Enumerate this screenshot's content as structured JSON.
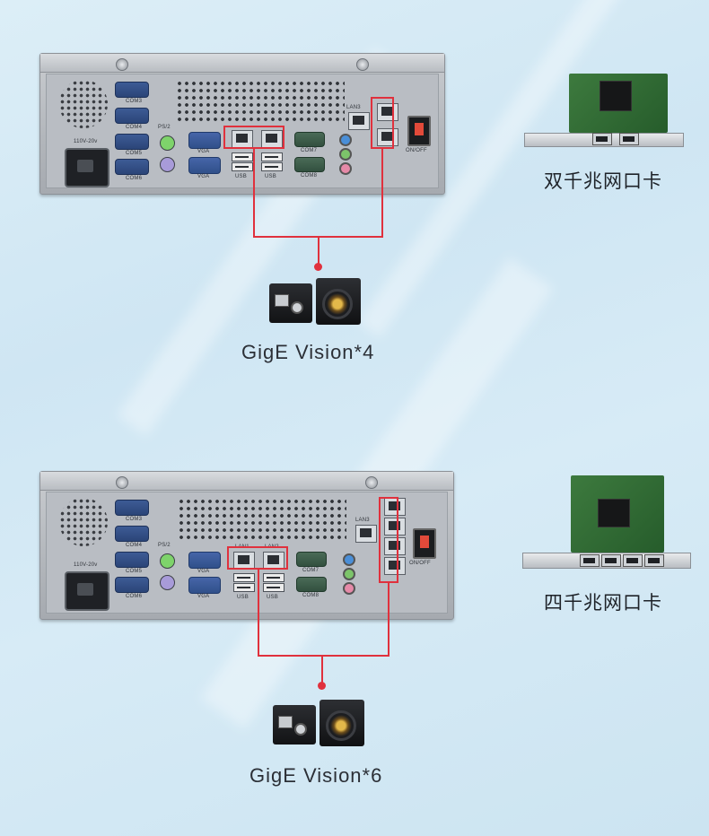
{
  "sections": [
    {
      "camera_label": "GigE Vision*4",
      "card_label": "双千兆网口卡",
      "labels": {
        "com3": "COM3",
        "com4": "COM4",
        "com5": "COM5",
        "com6": "COM6",
        "ps2": "PS/2",
        "vga": "VGA",
        "vga2": "VGA",
        "usb1": "USB",
        "usb2": "USB",
        "com7": "COM7",
        "com8": "COM8",
        "lan3": "LAN3",
        "onoff": "ON/OFF",
        "power": "110V-20v",
        "lan1": "",
        "lan2": ""
      }
    },
    {
      "camera_label": "GigE Vision*6",
      "card_label": "四千兆网口卡",
      "labels": {
        "com3": "COM3",
        "com4": "COM4",
        "com5": "COM5",
        "com6": "COM6",
        "ps2": "PS/2",
        "vga": "VGA",
        "vga2": "VGA",
        "usb1": "USB",
        "usb2": "USB",
        "com7": "COM7",
        "com8": "COM8",
        "lan3": "LAN3",
        "onoff": "ON/OFF",
        "power": "110V-20v",
        "lan1": "LAN1",
        "lan2": "LAN2"
      }
    }
  ],
  "colors": {
    "highlight": "#e0313d",
    "background": "#d4e9f5"
  },
  "icons": [
    "industrial-pc",
    "gige-camera",
    "network-card"
  ]
}
